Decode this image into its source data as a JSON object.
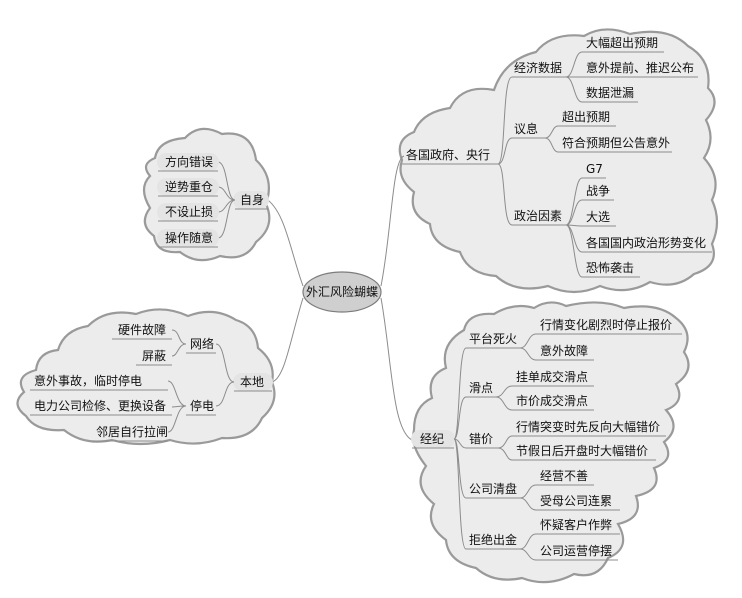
{
  "root": "外汇风险蝴蝶",
  "self": {
    "label": "自身",
    "items": [
      "方向错误",
      "逆势重仓",
      "不设止损",
      "操作随意"
    ]
  },
  "local": {
    "label": "本地",
    "network": {
      "label": "网络",
      "items": [
        "硬件故障",
        "屏蔽"
      ]
    },
    "power": {
      "label": "停电",
      "items": [
        "意外事故，临时停电",
        "电力公司检修、更换设备",
        "邻居自行拉闸"
      ]
    }
  },
  "gov": {
    "label": "各国政府、央行",
    "econ": {
      "label": "经济数据",
      "items": [
        "大幅超出预期",
        "意外提前、推迟公布",
        "数据泄漏"
      ]
    },
    "rate": {
      "label": "议息",
      "items": [
        "超出预期",
        "符合预期但公告意外"
      ]
    },
    "politics": {
      "label": "政治因素",
      "items": [
        "G7",
        "战争",
        "大选",
        "各国国内政治形势变化",
        "恐怖袭击"
      ]
    }
  },
  "broker": {
    "label": "经纪",
    "crash": {
      "label": "平台死火",
      "items": [
        "行情变化剧烈时停止报价",
        "意外故障"
      ]
    },
    "slip": {
      "label": "滑点",
      "items": [
        "挂单成交滑点",
        "市价成交滑点"
      ]
    },
    "misprice": {
      "label": "错价",
      "items": [
        "行情突变时先反向大幅错价",
        "节假日后开盘时大幅错价"
      ]
    },
    "liquidation": {
      "label": "公司清盘",
      "items": [
        "经营不善",
        "受母公司连累"
      ]
    },
    "refuse": {
      "label": "拒绝出金",
      "items": [
        "怀疑客户作弊",
        "公司运营停摆"
      ]
    }
  }
}
